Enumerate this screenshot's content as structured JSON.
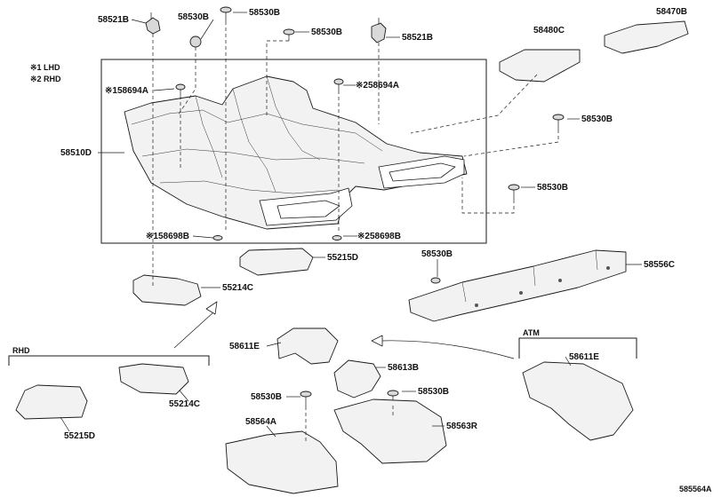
{
  "diagram": {
    "notes": {
      "lhd": "※1 LHD",
      "rhd": "※2 RHD"
    },
    "figure_id": "585564A",
    "group_labels": {
      "rhd": "RHD",
      "atm": "ATM"
    },
    "labels": {
      "p58521b_left": "58521B",
      "p58530b_a": "58530B",
      "p58530b_b": "58530B",
      "p58530b_c": "58530B",
      "p58521b_right": "58521B",
      "p58480c": "58480C",
      "p58470b": "58470B",
      "p58694a_lhd": "※158694A",
      "p58694a_rhd": "※258694A",
      "p58510d": "58510D",
      "p58530b_d": "58530B",
      "p58530b_e": "58530B",
      "p58698b_lhd": "※158698B",
      "p58698b_rhd": "※258698B",
      "p55215d_top": "55215D",
      "p55214c_top": "55214C",
      "p58530b_f": "58530B",
      "p58556c": "58556C",
      "p58611e_left": "58611E",
      "p58613b": "58613B",
      "p58611e_right": "58611E",
      "p55214c_bottom": "55214C",
      "p55215d_bottom": "55215D",
      "p58530b_g": "58530B",
      "p58530b_h": "58530B",
      "p58564a": "58564A",
      "p58563r": "58563R"
    }
  }
}
